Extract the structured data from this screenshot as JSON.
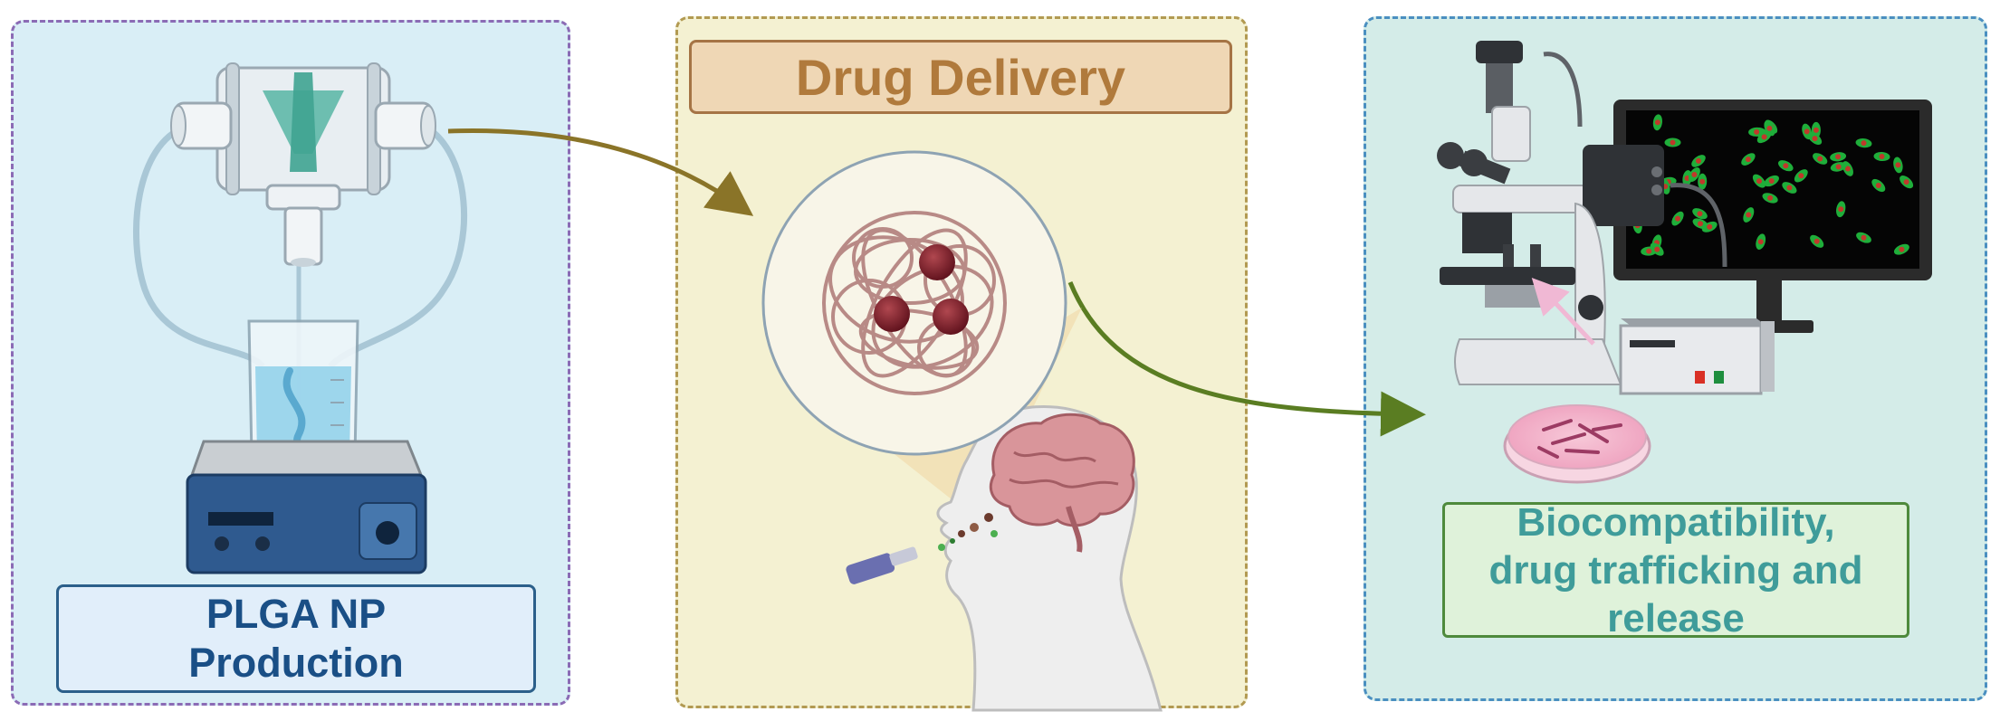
{
  "panels": {
    "production": {
      "title": "PLGA NP\nProduction"
    },
    "delivery": {
      "title": "Drug Delivery"
    },
    "evaluation": {
      "title": "Biocompatibility,\ndrug trafficking and\nrelease"
    }
  },
  "colors": {
    "arrow_gold": "#8a7428",
    "arrow_green": "#5a7d22",
    "production_bg": "#d9eef6",
    "delivery_bg": "#f4f1d2",
    "evaluation_bg": "#d4ece8"
  },
  "icons": [
    "microfluidic-mixer-icon",
    "beaker-icon",
    "stirrer-hotplate-icon",
    "nanoparticle-icon",
    "brain-icon",
    "nasal-spray-icon",
    "microscope-icon",
    "monitor-icon",
    "petri-dish-icon"
  ]
}
